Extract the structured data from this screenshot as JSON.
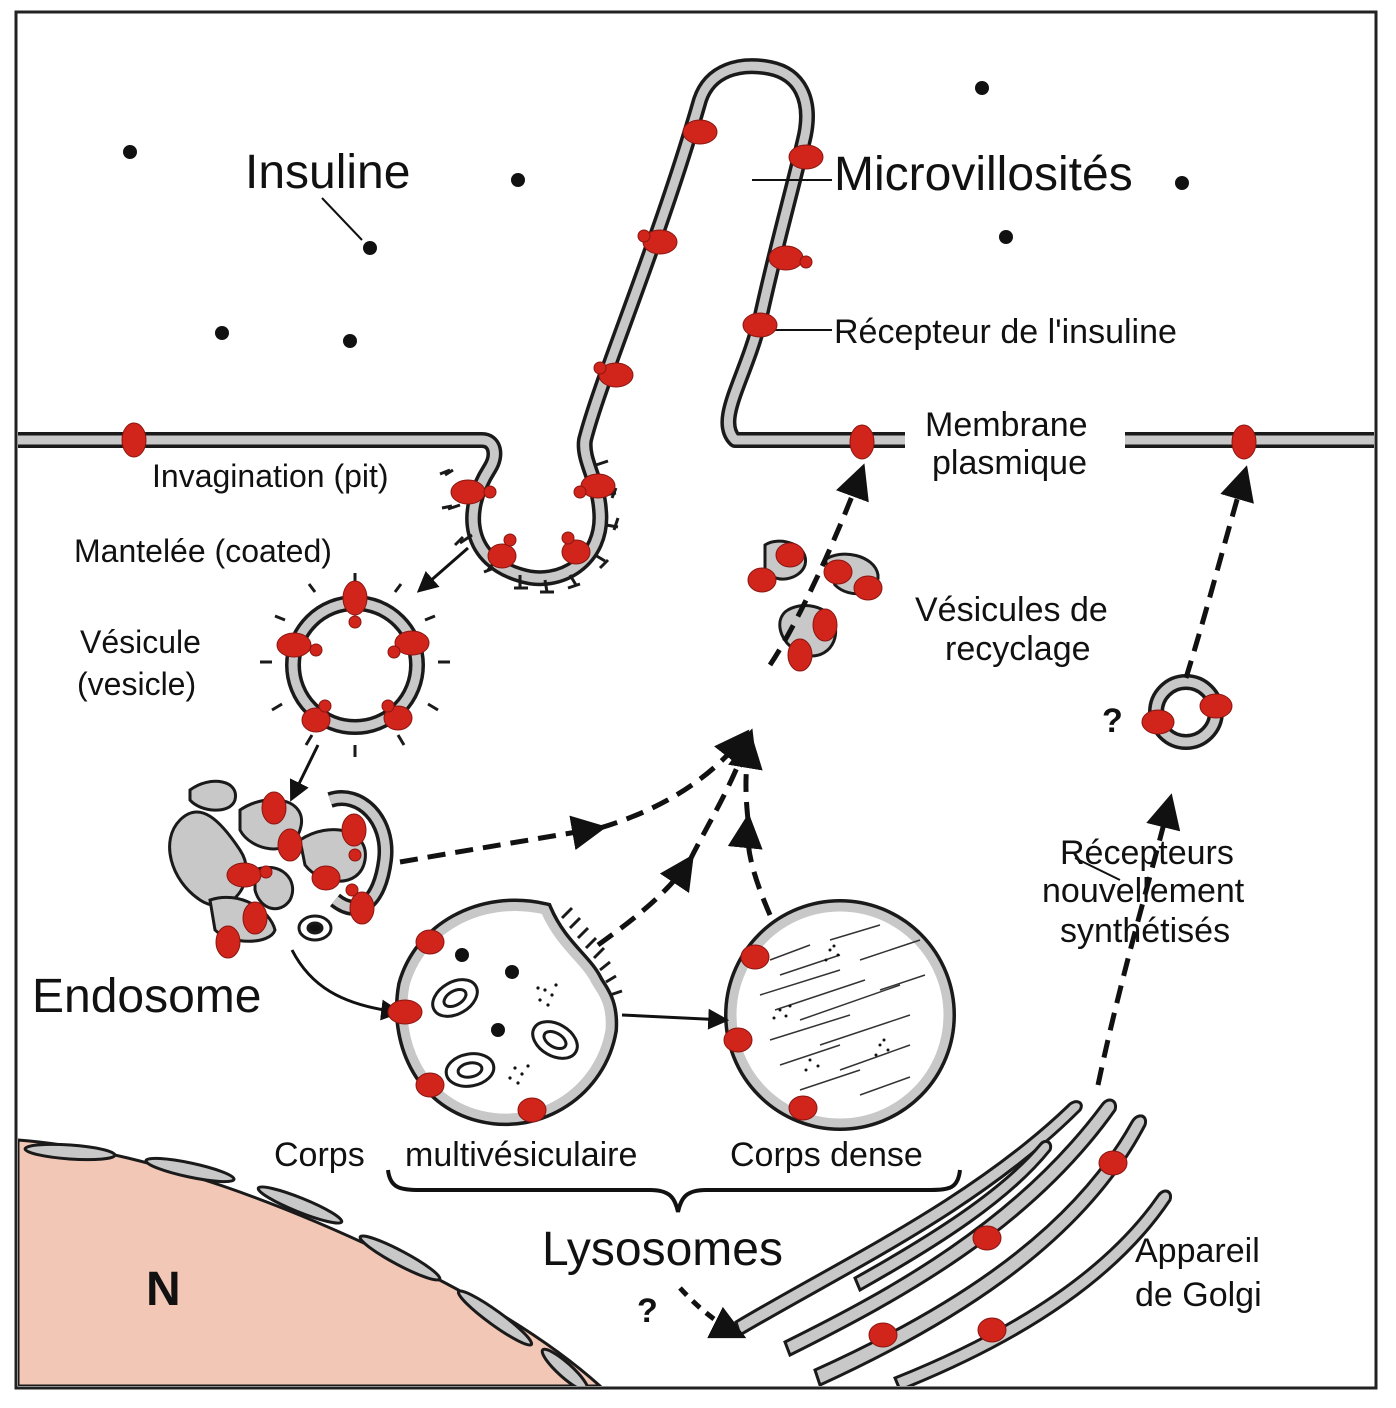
{
  "labels": {
    "insuline": "Insuline",
    "microvillosites": "Microvillosités",
    "recepteur": "Récepteur de l'insuline",
    "membrane_1": "Membrane",
    "membrane_2": "plasmique",
    "invagination": "Invagination (pit)",
    "mantelee": "Mantelée (coated)",
    "vesicule_1": "Vésicule",
    "vesicule_2": "(vesicle)",
    "vesicules_recyclage_1": "Vésicules de",
    "vesicules_recyclage_2": "recyclage",
    "question_top": "?",
    "recepteurs_1": "Récepteurs",
    "recepteurs_2": "nouvellement",
    "recepteurs_3": "synthétisés",
    "endosome": "Endosome",
    "corps_multi_1": "Corps",
    "corps_multi_2": "multivésiculaire",
    "corps_dense": "Corps dense",
    "lysosomes": "Lysosomes",
    "question_bottom": "?",
    "nucleus": "N",
    "appareil_1": "Appareil",
    "appareil_2": "de Golgi"
  },
  "colors": {
    "receptor": "#d1251c",
    "membrane_fill": "#c8c8c8",
    "outline": "#1a1a1a",
    "nucleus": "#f2c7b6"
  }
}
